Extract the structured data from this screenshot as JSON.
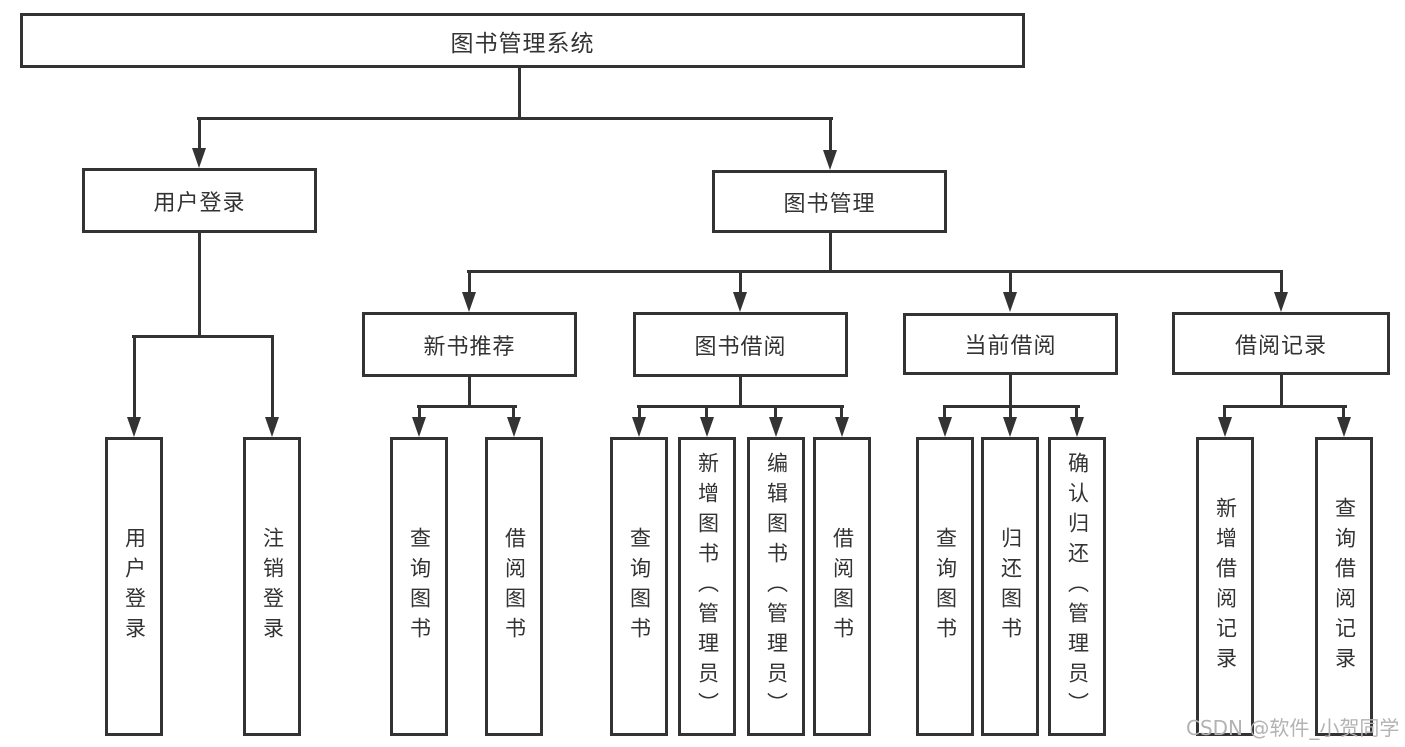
{
  "diagram": {
    "type": "hierarchy-tree",
    "title": "图书管理系统",
    "nodes": {
      "root": {
        "label": "图书管理系统"
      },
      "user_login": {
        "label": "用户登录"
      },
      "book_mgmt": {
        "label": "图书管理"
      },
      "new_book_rec": {
        "label": "新书推荐"
      },
      "book_borrow": {
        "label": "图书借阅"
      },
      "current_borrow": {
        "label": "当前借阅"
      },
      "borrow_record": {
        "label": "借阅记录"
      },
      "leaf_user_login": {
        "label": "用户登录"
      },
      "leaf_logout": {
        "label": "注销登录"
      },
      "leaf_rec_query_book": {
        "label": "查询图书"
      },
      "leaf_rec_borrow_book": {
        "label": "借阅图书"
      },
      "leaf_bb_query_book": {
        "label": "查询图书"
      },
      "leaf_bb_add_book": {
        "label": "新增图书（管理员）"
      },
      "leaf_bb_edit_book": {
        "label": "编辑图书（管理员）"
      },
      "leaf_bb_borrow_book": {
        "label": "借阅图书"
      },
      "leaf_cb_query_book": {
        "label": "查询图书"
      },
      "leaf_cb_return_book": {
        "label": "归还图书"
      },
      "leaf_cb_confirm_return": {
        "label": "确认归还（管理员）"
      },
      "leaf_br_add_record": {
        "label": "新增借阅记录"
      },
      "leaf_br_query_record": {
        "label": "查询借阅记录"
      }
    },
    "edges": [
      [
        "图书管理系统",
        "用户登录"
      ],
      [
        "图书管理系统",
        "图书管理"
      ],
      [
        "用户登录",
        "用户登录"
      ],
      [
        "用户登录",
        "注销登录"
      ],
      [
        "图书管理",
        "新书推荐"
      ],
      [
        "图书管理",
        "图书借阅"
      ],
      [
        "图书管理",
        "当前借阅"
      ],
      [
        "图书管理",
        "借阅记录"
      ],
      [
        "新书推荐",
        "查询图书"
      ],
      [
        "新书推荐",
        "借阅图书"
      ],
      [
        "图书借阅",
        "查询图书"
      ],
      [
        "图书借阅",
        "新增图书（管理员）"
      ],
      [
        "图书借阅",
        "编辑图书（管理员）"
      ],
      [
        "图书借阅",
        "借阅图书"
      ],
      [
        "当前借阅",
        "查询图书"
      ],
      [
        "当前借阅",
        "归还图书"
      ],
      [
        "当前借阅",
        "确认归还（管理员）"
      ],
      [
        "借阅记录",
        "新增借阅记录"
      ],
      [
        "借阅记录",
        "查询借阅记录"
      ]
    ],
    "colors": {
      "line": "#333333",
      "border": "#333333",
      "text": "#333333",
      "background": "#ffffff",
      "watermark": "#b3b3b3"
    },
    "watermark": {
      "text": "CSDN @软件_小贺同学"
    }
  }
}
